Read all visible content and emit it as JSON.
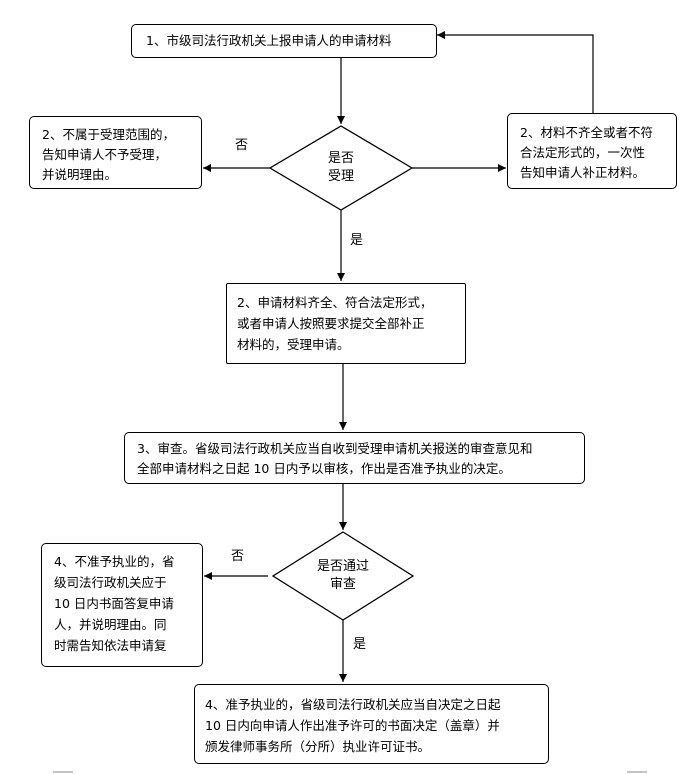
{
  "step1": "1、市级司法行政机关上报申请人的申请材料",
  "reject_box": [
    "2、不属于受理范围的，",
    "告知申请人不予受理，",
    "并说明理由。"
  ],
  "supplement_box": [
    "2、材料不齐全或者不符",
    "合法定形式的，一次性",
    "告知申请人补正材料。"
  ],
  "decision1": [
    "是否",
    "受理"
  ],
  "label_no_1": "否",
  "label_yes_1": "是",
  "accept_box": [
    "2、申请材料齐全、符合法定形式，",
    "或者申请人按照要求提交全部补正",
    "材料的，受理申请。"
  ],
  "review_box": [
    "3、审查。省级司法行政机关应当自收到受理申请机关报送的审查意见和",
    "全部申请材料之日起 10 日内予以审核，作出是否准予执业的决定。"
  ],
  "decision2": [
    "是否通过",
    "审查"
  ],
  "label_no_2": "否",
  "label_yes_2": "是",
  "deny_box": [
    "4、不准予执业的，省",
    "级司法行政机关应于",
    "10 日内书面答复申请",
    "人，并说明理由。同",
    "时需告知依法申请复"
  ],
  "grant_box": [
    "4、准予执业的，省级司法行政机关应当自决定之日起",
    "10 日内向申请人作出准予许可的书面决定（盖章）并",
    "颁发律师事务所（分所）执业许可证书。"
  ]
}
